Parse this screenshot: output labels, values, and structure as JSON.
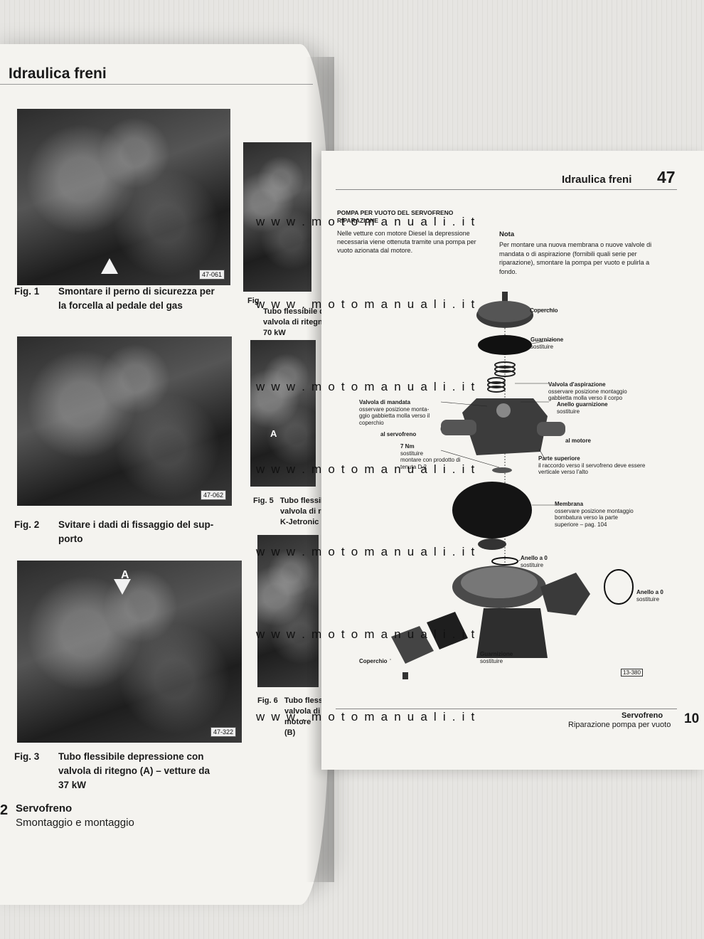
{
  "left_page": {
    "header": "Idraulica freni",
    "figures": [
      {
        "num": "Fig. 1",
        "code": "47-061",
        "caption_lines": [
          "Smontare il perno di sicurezza per",
          "la forcella al pedale del gas"
        ]
      },
      {
        "num": "Fig. 2",
        "code": "47-062",
        "caption_lines": [
          "Svitare i dadi di fissaggio del sup-",
          "porto"
        ]
      },
      {
        "num": "Fig. 3",
        "code": "47-322",
        "caption_lines": [
          "Tubo flessibile depressione con",
          "valvola di ritegno (A) – vetture da",
          "37 kW"
        ]
      }
    ],
    "arrow_label_fig3": "A",
    "footer": {
      "page_num": "2",
      "title": "Servofreno",
      "subtitle": "Smontaggio e montaggio"
    }
  },
  "mid_column": {
    "fig4": {
      "num": "Fig.",
      "lines": [
        "Tubo flessibile depr",
        "valvola di ritegno",
        "70 kW"
      ]
    },
    "fig5": {
      "num": "Fig. 5",
      "lines": [
        "Tubo flessibile depr",
        "valvola di ritegno (A) –",
        "K-Jetronic"
      ]
    },
    "fig6": {
      "num": "Fig. 6",
      "lines": [
        "Tubo flessibile depr",
        "valvola di ritegno",
        "motore",
        "(B)"
      ]
    },
    "arrow_label_fig5": "A"
  },
  "right_page": {
    "header": "Idraulica freni",
    "page_num": "47",
    "section_title_lines": [
      "POMPA PER VUOTO DEL SERVOFRENO",
      "RIPARAZIONE"
    ],
    "section_body": "Nelle vetture con motore Diesel la depressione necessaria viene ottenuta tramite una pompa per vuoto azionata dal motore.",
    "note_title": "Nota",
    "note_body": "Per montare una nuova membrana o nuove valvole di mandata o di aspirazione (fornibili quali serie per riparazione), smontare la pompa per vuoto e pulirla a fondo.",
    "diagram_labels": {
      "coperchio_top": "Coperchio",
      "guarnizione_top": [
        "Guarnizione",
        "sostituire"
      ],
      "valvola_aspirazione": [
        "Valvola d'aspirazione",
        "osservare posizione montaggio",
        "gabbietta molla verso il corpo"
      ],
      "anello_guarnizione": [
        "Anello guarnizione",
        "sostituire"
      ],
      "valvola_mandata": [
        "Valvola di mandata",
        "osservare posizione monta-",
        "ggio gabbietta molla verso il",
        "coperchio"
      ],
      "al_servofreno": "al servofreno",
      "al_motore": "al motore",
      "torque": [
        "7 Nm",
        "sostituire",
        "montare con prodotto di",
        "tenuta D 2"
      ],
      "parte_superiore": [
        "Parte superiore",
        "il raccordo verso il servofreno deve essere",
        "verticale verso l'alto"
      ],
      "membrana": [
        "Membrana",
        "osservare posizione montaggio",
        "bombatura verso la parte",
        "superiore – pag. 104"
      ],
      "anello_o_1": [
        "Anello a 0",
        "sostituire"
      ],
      "anello_o_2": [
        "Anello a 0",
        "sostituire"
      ],
      "coperchio_bottom": "Coperchio",
      "guarnizione_bottom": [
        "Guarnizione",
        "sostituire"
      ]
    },
    "diagram_code": "13-380",
    "footer": {
      "title": "Servofreno",
      "subtitle": "Riparazione pompa per vuoto",
      "page_num": "10"
    }
  },
  "watermark": "w w w . m o t o m a n u a l i . i t"
}
